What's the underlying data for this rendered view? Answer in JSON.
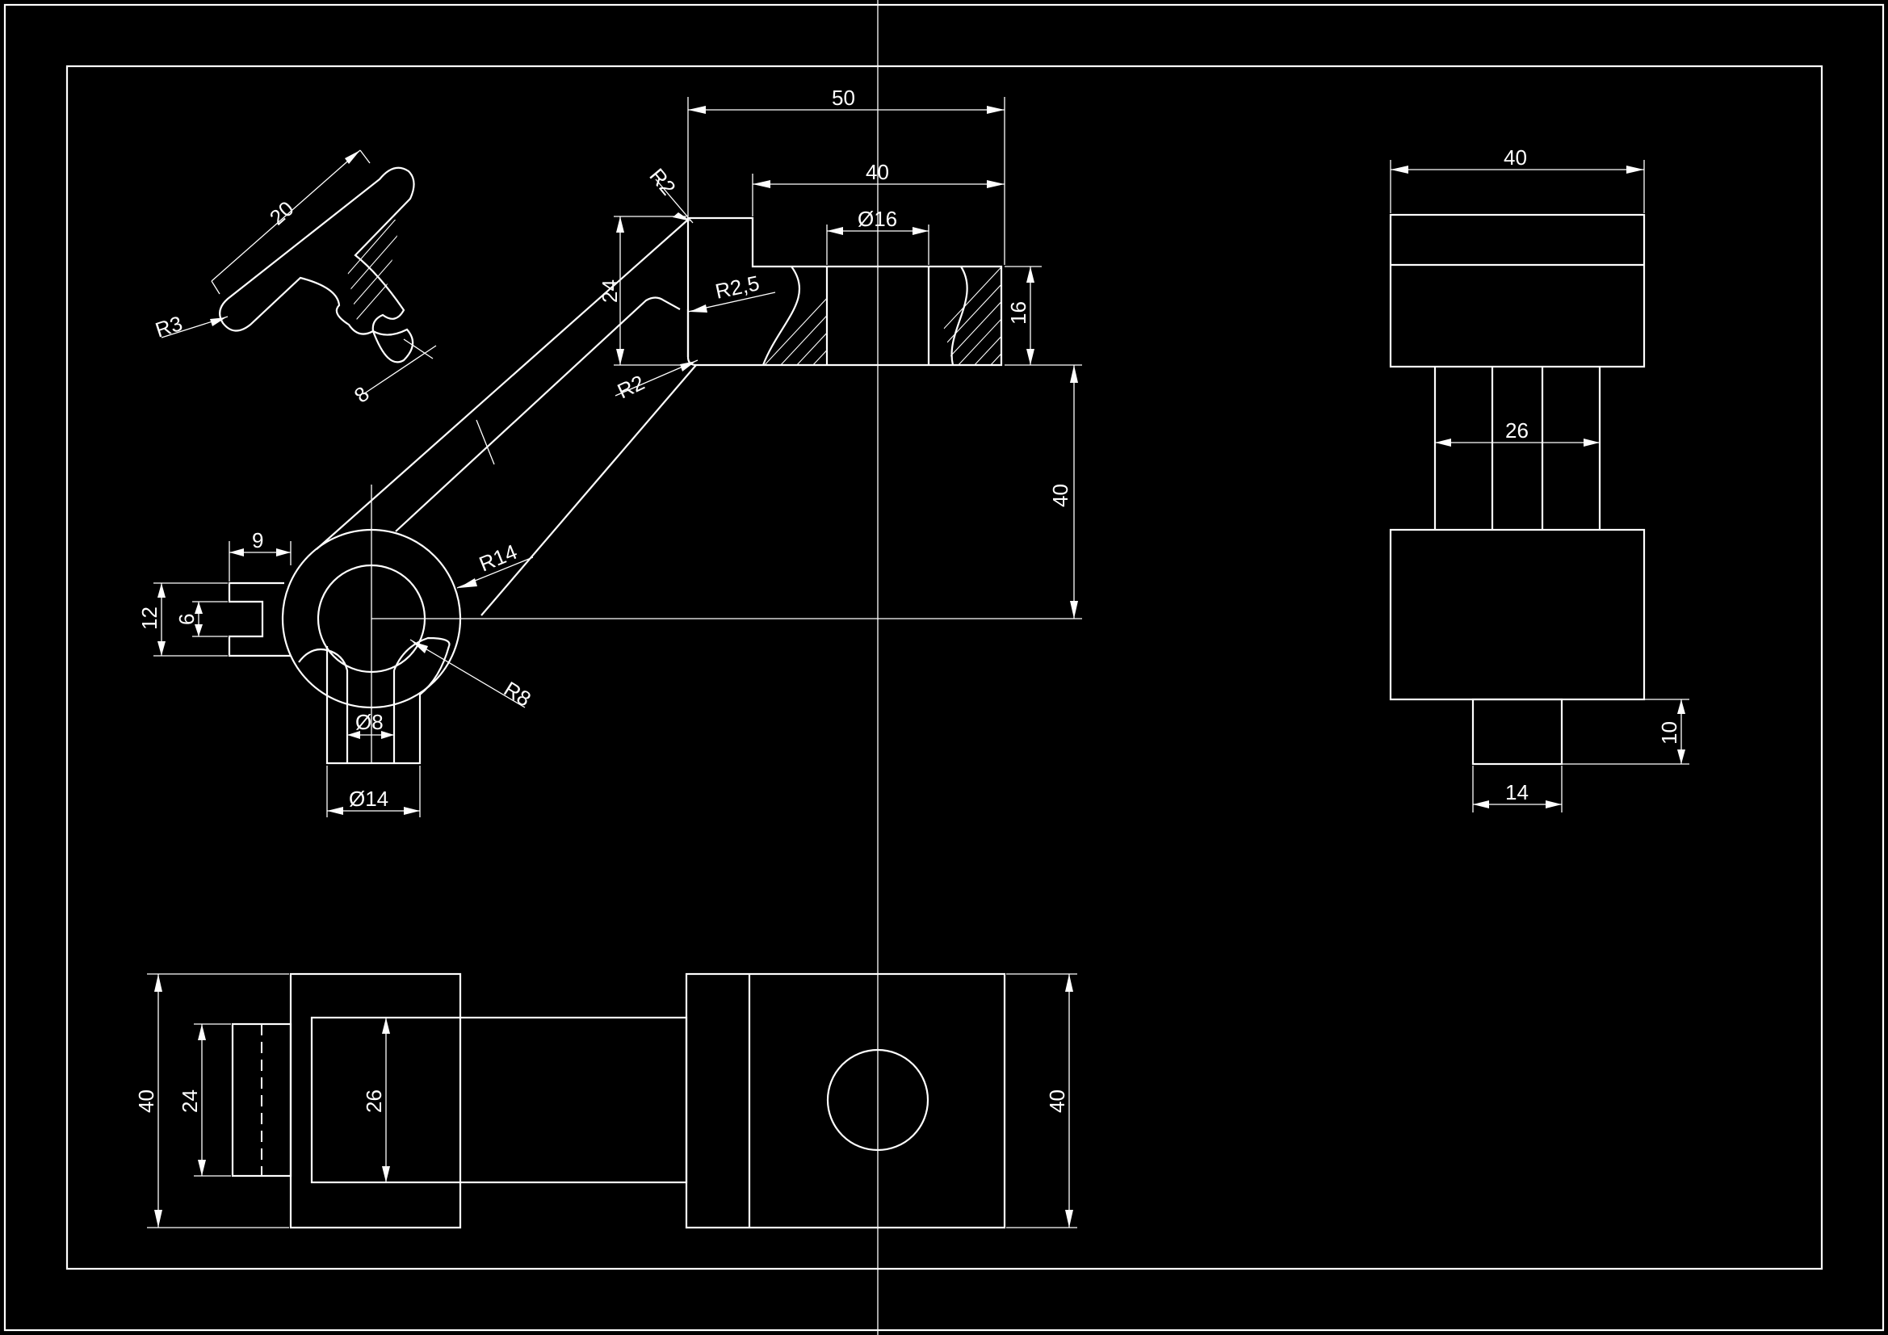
{
  "views": {
    "section": {
      "dims": {
        "d50": "50",
        "d40": "40",
        "d16dia": "Ø16",
        "d16": "16",
        "d24": "24",
        "d40v": "40",
        "r2a": "R2",
        "r25": "R2,5",
        "r2b": "R2",
        "r14": "R14",
        "r8": "R8",
        "d9": "9",
        "d12": "12",
        "d6": "6",
        "d8dia": "Ø8",
        "d14dia": "Ø14"
      }
    },
    "removed_section": {
      "dims": {
        "d20": "20",
        "r3": "R3",
        "d8": "8"
      }
    },
    "side": {
      "dims": {
        "d40": "40",
        "d26": "26",
        "d10": "10",
        "d14": "14"
      }
    },
    "plan": {
      "dims": {
        "d40l": "40",
        "d24": "24",
        "d26": "26",
        "d40r": "40"
      }
    }
  },
  "colors": {
    "background": "#000000",
    "line": "#ffffff"
  }
}
